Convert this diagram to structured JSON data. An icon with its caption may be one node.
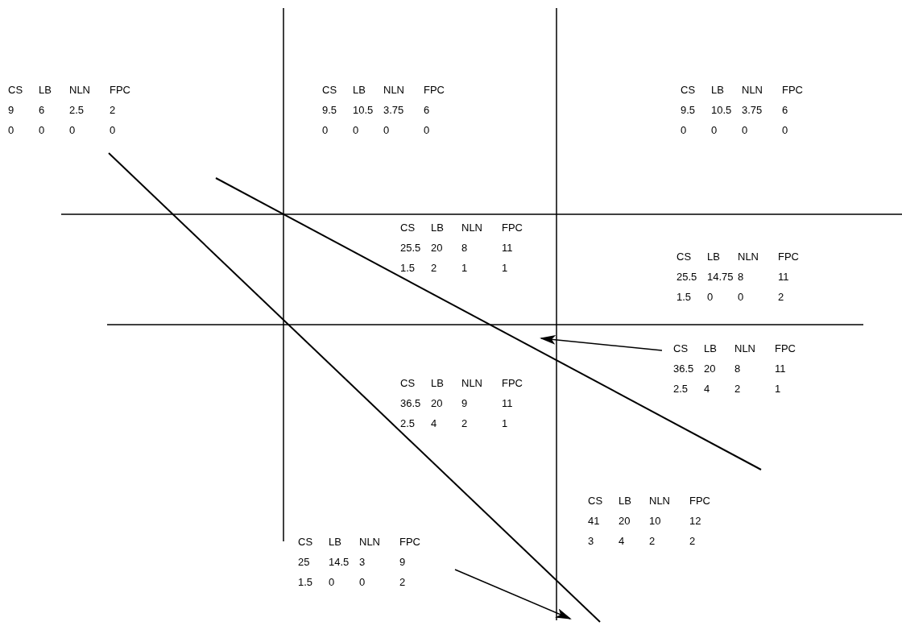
{
  "diagram": {
    "nodes": [
      {
        "text": [
          "CS",
          "LB",
          "NLN",
          "FPC",
          "36.5",
          "20",
          "8",
          "11",
          "2.5",
          "4",
          "2",
          "1"
        ]
      },
      {
        "text": [
          "CS",
          "LB",
          "NLN",
          "FPC",
          "25",
          "14.5",
          "3",
          "9",
          "1.5",
          "0",
          "0",
          "2"
        ]
      }
    ],
    "edges": [
      {
        "from": 0,
        "to": null,
        "arrow": "to"
      },
      {
        "from": 1,
        "to": null,
        "arrow": "to"
      }
    ],
    "labels": [
      "CS",
      "LB",
      "NLN",
      "FPC",
      "9",
      "6",
      "2.5",
      "2",
      "0",
      "0",
      "0",
      "0",
      "CS",
      "LB",
      "NLN",
      "FPC",
      "9.5",
      "10.5",
      "3.75",
      "6",
      "0",
      "0",
      "0",
      "0",
      "CS",
      "LB",
      "NLN",
      "FPC",
      "9.5",
      "10.5",
      "3.75",
      "6",
      "0",
      "0",
      "0",
      "0",
      "CS",
      "LB",
      "NLN",
      "FPC",
      "25.5",
      "20",
      "8",
      "11",
      "1.5",
      "2",
      "1",
      "1",
      "CS",
      "LB",
      "NLN",
      "FPC",
      "25.5",
      "14.75",
      "8",
      "11",
      "1.5",
      "0",
      "0",
      "2",
      "CS",
      "LB",
      "NLN",
      "FPC",
      "36.5",
      "20",
      "9",
      "11",
      "2.5",
      "4",
      "2",
      "1",
      "CS",
      "LB",
      "NLN",
      "FPC",
      "41",
      "20",
      "10",
      "12",
      "3",
      "4",
      "2",
      "2"
    ]
  }
}
